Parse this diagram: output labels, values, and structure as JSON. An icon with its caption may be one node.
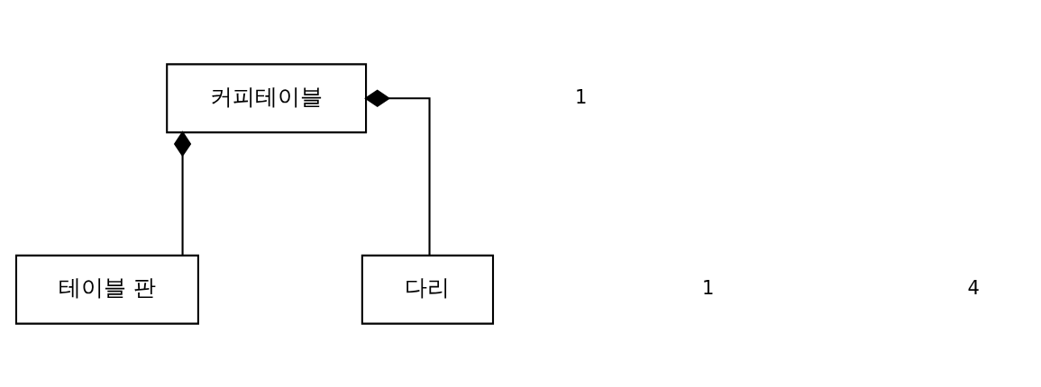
{
  "diagram": {
    "nodes": [
      {
        "text": [
          "커피테이블"
        ]
      },
      {
        "text": [
          "테이블 판"
        ]
      },
      {
        "text": [
          "다리"
        ]
      }
    ],
    "edges": [
      {
        "from": 0,
        "to": 1,
        "arrow": "other"
      },
      {
        "from": 0,
        "to": 2,
        "arrow": "other"
      }
    ],
    "labels": [
      "1",
      "1",
      "4"
    ]
  }
}
